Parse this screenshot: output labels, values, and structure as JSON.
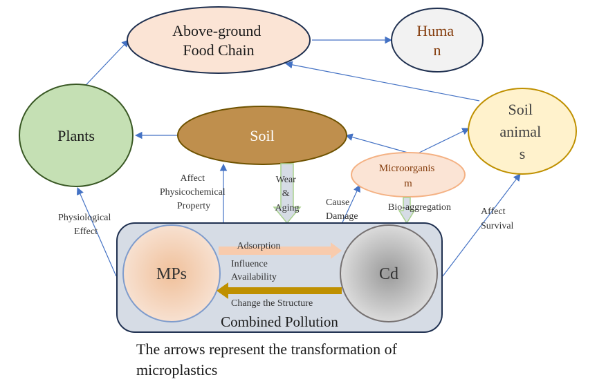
{
  "nodes": {
    "food_chain": {
      "lines": [
        "Above-ground",
        "Food Chain"
      ],
      "fill": "#fbe4d5",
      "stroke": "#1f3050",
      "text_color": "#1a1a1a"
    },
    "human": {
      "lines": [
        "Huma",
        "n"
      ],
      "fill": "#f2f2f2",
      "stroke": "#1f3050",
      "text_color": "#843c0c"
    },
    "plants": {
      "lines": [
        "Plants"
      ],
      "fill": "#c5e0b4",
      "stroke": "#385723",
      "text_color": "#1a1a1a"
    },
    "soil": {
      "lines": [
        "Soil"
      ],
      "fill": "#bf8f4d",
      "stroke": "#6e5200",
      "text_color": "#ffffff"
    },
    "soil_animals": {
      "lines": [
        "Soil",
        "animal",
        "s"
      ],
      "fill": "#fff2cc",
      "stroke": "#bf9000",
      "text_color": "#404040"
    },
    "microorganism": {
      "lines": [
        "Microorganis",
        "m"
      ],
      "fill": "#fbe4d5",
      "stroke": "#f4b183",
      "text_color": "#843c0c"
    },
    "mps": {
      "lines": [
        "MPs"
      ],
      "fill": "#f4cfb2",
      "stroke": "#7f9ccc",
      "text_color": "#333333"
    },
    "cd": {
      "lines": [
        "Cd"
      ],
      "fill": "#b7b7b7",
      "stroke": "#767171",
      "text_color": "#333333"
    }
  },
  "combined_pollution": {
    "label": "Combined Pollution",
    "fill": "#d6dce5",
    "stroke": "#1f3050"
  },
  "edge_labels": {
    "affect_physicochemical": [
      "Affect",
      "Physicochemical",
      "Property"
    ],
    "wear_aging": [
      "Wear",
      "&",
      "Aging"
    ],
    "cause_damage": [
      "Cause",
      "Damage"
    ],
    "bio_aggregation": "Bio-aggregation",
    "affect_survival": [
      "Affect",
      "Survival"
    ],
    "physiological_effect": [
      "Physiological",
      "Effect"
    ],
    "adsorption": "Adsorption",
    "influence_availability": [
      "Influence",
      "Availability"
    ],
    "change_structure": "Change the Structure"
  },
  "caption": [
    "The arrows represent the transformation of",
    "microplastics"
  ],
  "colors": {
    "arrow_blue": "#4472c4",
    "adsorption_arrow": "#f8cbad",
    "change_structure_arrow": "#bf9000",
    "block_arrow_fill": "#d6dce5",
    "block_arrow_stroke": "#a9d18e"
  }
}
